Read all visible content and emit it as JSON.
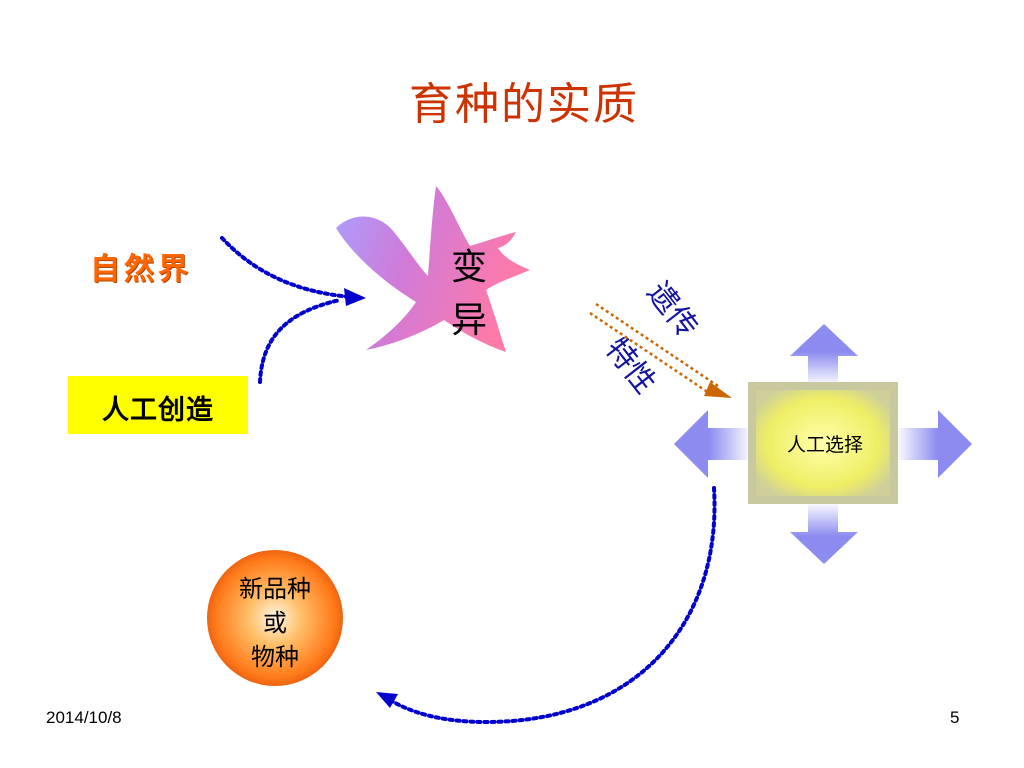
{
  "title": "育种的实质",
  "sources": {
    "nature": "自然界",
    "artificial": "人工创造"
  },
  "variation": {
    "line1": "变",
    "line2": "异"
  },
  "heredity": {
    "line1": "遗传",
    "line2": "特性"
  },
  "selection": {
    "label": "人工选择"
  },
  "product": {
    "line1": "新品种",
    "line2": "或",
    "line3": "物种"
  },
  "footer": {
    "date": "2014/10/8",
    "page": "5"
  },
  "colors": {
    "title": "#cc3300",
    "nature_text": "#ff6600",
    "artificial_bg": "#ffff00",
    "blue_arrow": "#0000cc",
    "orange_arrow": "#cc6600",
    "heredity_text": "#1414a0",
    "selection_arrow": "#8c8cf0",
    "selection_core": "#f0f080"
  }
}
